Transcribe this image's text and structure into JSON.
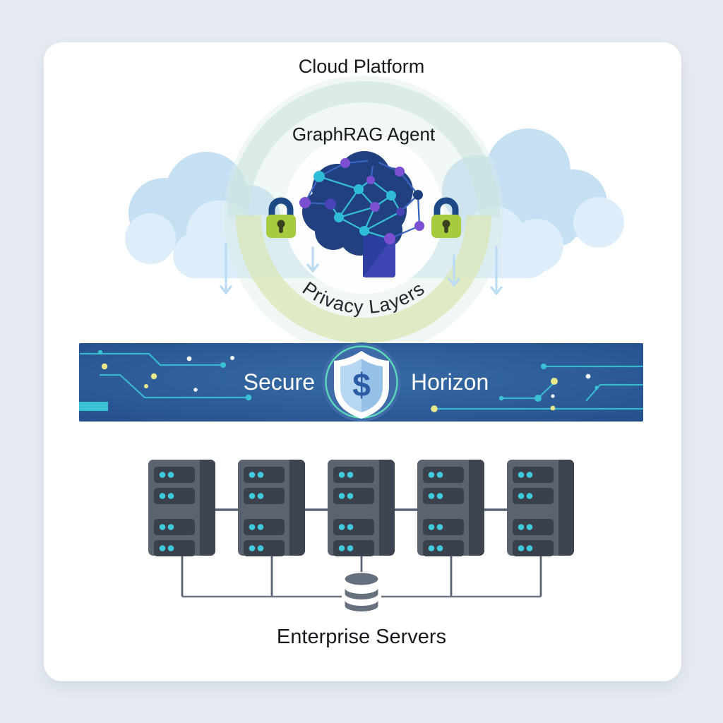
{
  "scene": {
    "background_color": "#e6ebf1",
    "card_color": "#ffffff"
  },
  "labels": {
    "cloud_platform": "Cloud Platform",
    "graphrag_agent": "GraphRAG Agent",
    "privacy_layers": "Privacy Layers",
    "secure": "Secure",
    "horizon": "Horizon",
    "shield_symbol": "$",
    "enterprise_servers": "Enterprise Servers"
  },
  "cloud_section": {
    "arrow_count": 4,
    "padlock_count": 2,
    "description_icons": [
      "cloud-icon",
      "padlock-icon",
      "brain-network-icon",
      "down-arrow-icon"
    ]
  },
  "banner": {
    "left_label": "Secure",
    "right_label": "Horizon",
    "shield_symbol": "$",
    "icon": "shield-dollar-icon"
  },
  "servers": {
    "count": 5,
    "slots_per_server": 4,
    "leds_per_slot": 2,
    "database_icon": "database-icon"
  },
  "colors": {
    "bg": "#e6ebf1",
    "card": "#ffffff",
    "text": "#16191d",
    "cloud": "#c5e0f3",
    "cloudlight": "#ddeefa",
    "outerglow": "#dcece7",
    "ringteal": "#c9e4dd",
    "ringsage": "#d8e5b2",
    "innercircle": "#fdfefd",
    "arrow": "#b9dcf2",
    "lockbody": "#a8ca3e",
    "lockshackle": "#1d4a86",
    "lockhole": "#3a411f",
    "brainbase": "#20407f",
    "braintrunk": "#3c45b2",
    "brainwedge": "#2a3d9e",
    "nodeteal": "#2fbcd6",
    "nodepurple": "#7b4fd2",
    "nodenavy": "#1e3f7e",
    "nodeindigo": "#4a43b8",
    "edgeteal": "#35bcd2",
    "edgeblue": "#3a63c0",
    "bannerhi": "#366aa4",
    "bannermid": "#2d5c99",
    "bannerlo": "#24508a",
    "trace": "#3cc0d3",
    "dotyellow": "#e9e98b",
    "dotwhite": "#f2f6f8",
    "shieldring": "#5cd9ba",
    "shieldbadge": "#3f6ba8",
    "shieldouter": "#ffffff",
    "shieldinleft": "#b7d6f2",
    "shieldinright": "#96c0e8",
    "shieldsym": "#2a5ca6",
    "bannertext": "#ffffff",
    "rackbody": "#5b6370",
    "rackstrip": "#3e4550",
    "rackslot": "#3a414c",
    "rackled": "#3fcbdd",
    "connector": "#5a6472",
    "connectorlight": "#6b7583",
    "db": "#67707e"
  }
}
